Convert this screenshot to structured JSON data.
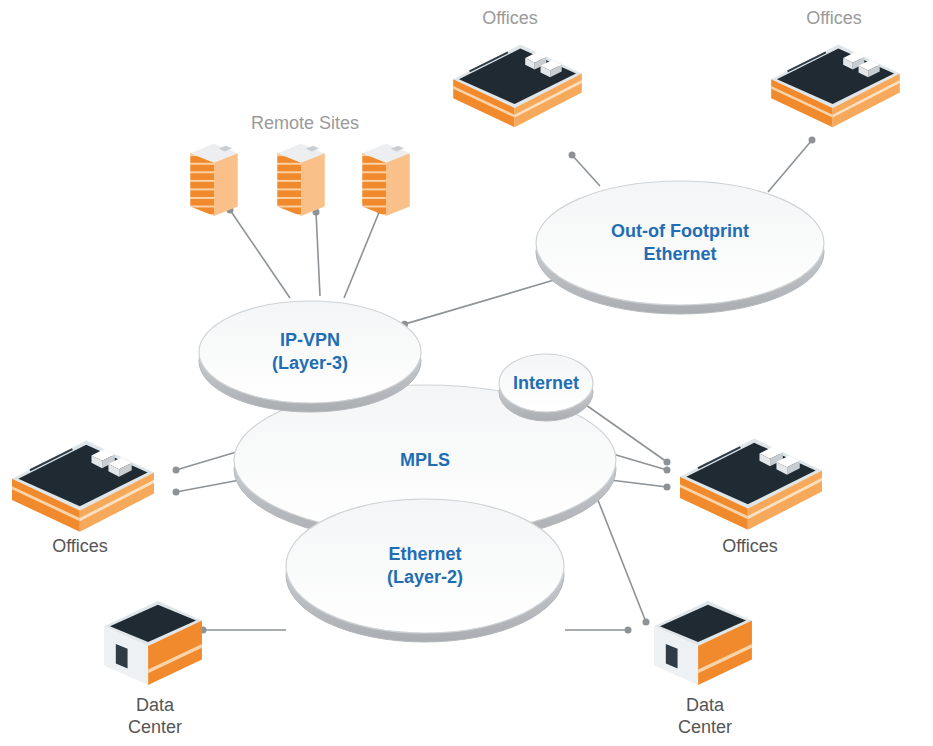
{
  "diagram": {
    "nodes": [
      {
        "text": [
          "Out-of Footprint Ethernet"
        ]
      },
      {
        "text": [
          "IP-VPN (Layer-3)"
        ]
      },
      {
        "text": [
          "Internet"
        ]
      },
      {
        "text": [
          "MPLS"
        ]
      },
      {
        "text": [
          "Ethernet (Layer-2)"
        ]
      }
    ],
    "edges": [
      {
        "from": 0,
        "to": 1,
        "arrow": "none"
      }
    ],
    "labels": [
      "Offices",
      "Offices",
      "Remote Sites",
      "Offices",
      "Offices",
      "Data Center",
      "Data Center"
    ]
  }
}
